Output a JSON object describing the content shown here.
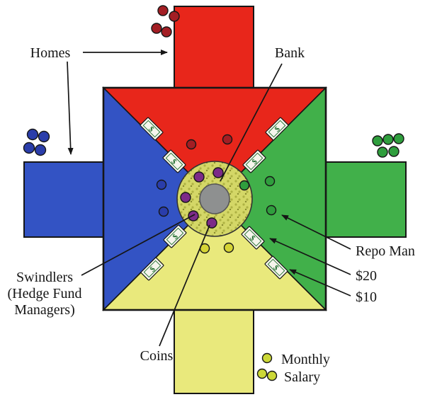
{
  "labels": {
    "homes": "Homes",
    "bank": "Bank",
    "swindlers": [
      "Swindlers",
      "(Hedge Fund",
      "Managers)"
    ],
    "coins": "Coins",
    "repo_man": "Repo Man",
    "bill_20": "$20",
    "bill_10": "$10",
    "monthly_salary": [
      "Monthly",
      "Salary"
    ],
    "bill_glyph": "$"
  },
  "colors": {
    "red_quadrant": "#e8261b",
    "blue_quadrant": "#3353c4",
    "green_quadrant": "#41b04a",
    "yellow_quadrant": "#e9e97c",
    "bank_coins": "#d4d767",
    "coin_speck": "#aeb243",
    "bank_center_gray": "#8e9090",
    "swindler_purple": "#7c2b88",
    "piece_red": "#a31e24",
    "piece_blue": "#2a3daa",
    "piece_green": "#2f9e3d",
    "piece_yellow": "#d6d435",
    "salary_coin": "#ccd837",
    "bill_paper": "#f5f5ec",
    "bill_ink": "#1c6b2a",
    "outline": "#161616"
  }
}
